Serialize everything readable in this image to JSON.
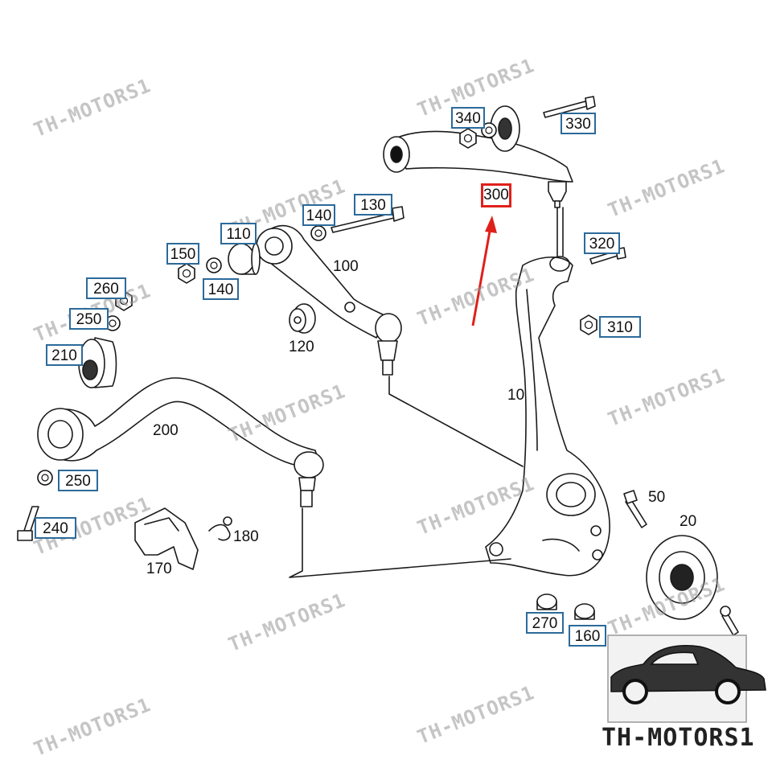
{
  "diagram": {
    "highlighted_part": "300",
    "callouts": [
      {
        "id": "c340",
        "text": "340"
      },
      {
        "id": "c330",
        "text": "330"
      },
      {
        "id": "c300",
        "text": "300",
        "highlight": true
      },
      {
        "id": "c130",
        "text": "130"
      },
      {
        "id": "c140a",
        "text": "140"
      },
      {
        "id": "c110",
        "text": "110"
      },
      {
        "id": "c150",
        "text": "150"
      },
      {
        "id": "c140b",
        "text": "140"
      },
      {
        "id": "c320",
        "text": "320"
      },
      {
        "id": "c260",
        "text": "260"
      },
      {
        "id": "c250a",
        "text": "250"
      },
      {
        "id": "c310",
        "text": "310"
      },
      {
        "id": "c210",
        "text": "210"
      },
      {
        "id": "c250b",
        "text": "250"
      },
      {
        "id": "c240",
        "text": "240"
      },
      {
        "id": "c270",
        "text": "270"
      },
      {
        "id": "c160",
        "text": "160"
      }
    ],
    "plain_labels": [
      {
        "id": "l100",
        "text": "100"
      },
      {
        "id": "l120",
        "text": "120"
      },
      {
        "id": "l10",
        "text": "10"
      },
      {
        "id": "l200",
        "text": "200"
      },
      {
        "id": "l50",
        "text": "50"
      },
      {
        "id": "l20",
        "text": "20"
      },
      {
        "id": "l180",
        "text": "180"
      },
      {
        "id": "l170",
        "text": "170"
      }
    ]
  },
  "watermark": {
    "text": "TH-MOTORS1"
  },
  "logo": {
    "text": "TH-MOTORS1"
  },
  "colors": {
    "callout_border": "#2c6a9a",
    "highlight": "#e0201a",
    "line": "#1a1a1a"
  }
}
